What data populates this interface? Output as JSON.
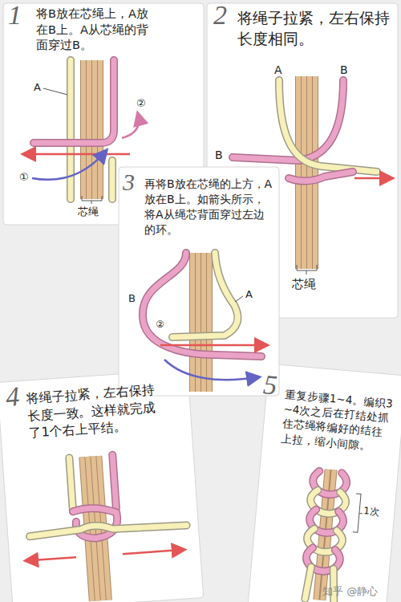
{
  "diagram": {
    "labels": [
      "1",
      "将B放在芯绳上，A放在B上。A从芯绳的背面穿过B。",
      "A",
      "②",
      "①",
      "芯绳",
      "2",
      "将绳子拉紧，左右保持长度相同。",
      "A",
      "B",
      "B",
      "芯绳",
      "3",
      "再将B放在芯绳的上方，A放在B上。如箭头所示，将A从绳芯背面穿过左边的环。",
      "B",
      "A",
      "②",
      "4",
      "将绳子拉紧，左右保持长度一致。这样就完成了1个右上平结。",
      "5",
      "重复步骤1~4。编织3~4次之后在打结处抓住芯绳将编好的结往上拉，缩小间隙。",
      "1次",
      "知乎 @静心"
    ]
  }
}
